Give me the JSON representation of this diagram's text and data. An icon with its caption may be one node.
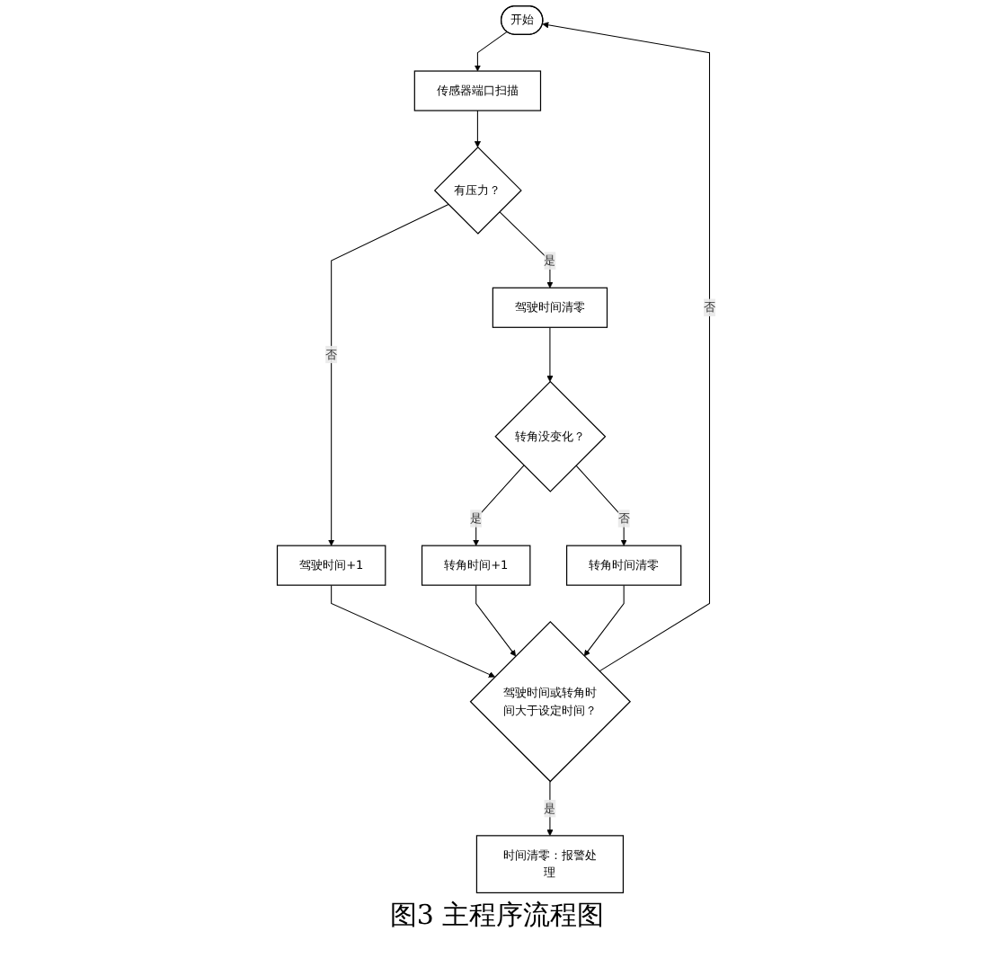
{
  "diagram": {
    "caption": "图3 主程序流程图",
    "nodes": [
      {
        "text": [
          "开始"
        ]
      },
      {
        "text": [
          "传感器端口扫描"
        ]
      },
      {
        "text": [
          "有压力？"
        ]
      },
      {
        "text": [
          "驾驶时间清零"
        ]
      },
      {
        "text": [
          "驾驶时间+1"
        ]
      },
      {
        "text": [
          "转角没变化？"
        ]
      },
      {
        "text": [
          "转角时间清零"
        ]
      },
      {
        "text": [
          "转角时间+1"
        ]
      },
      {
        "text": [
          "驾驶时间或转角时间大于设定时间？"
        ]
      },
      {
        "text": [
          "时间清零：报警处理"
        ]
      }
    ],
    "edges": [
      {
        "from": 0,
        "to": 1,
        "arrow": "to"
      },
      {
        "from": 1,
        "to": 2,
        "arrow": "to"
      },
      {
        "from": 2,
        "to": 3,
        "arrow": "to",
        "label": "是"
      },
      {
        "from": 2,
        "to": 4,
        "arrow": "to",
        "label": "否"
      },
      {
        "from": 3,
        "to": 5,
        "arrow": "to"
      },
      {
        "from": 5,
        "to": 7,
        "arrow": "to",
        "label": "是"
      },
      {
        "from": 5,
        "to": 6,
        "arrow": "to",
        "label": "否"
      },
      {
        "from": 4,
        "to": 8,
        "arrow": "to"
      },
      {
        "from": 7,
        "to": 8,
        "arrow": "to"
      },
      {
        "from": 6,
        "to": 8,
        "arrow": "to"
      },
      {
        "from": 8,
        "to": 9,
        "arrow": "to",
        "label": "是"
      },
      {
        "from": 8,
        "to": 0,
        "arrow": "to",
        "label": "否"
      }
    ]
  }
}
